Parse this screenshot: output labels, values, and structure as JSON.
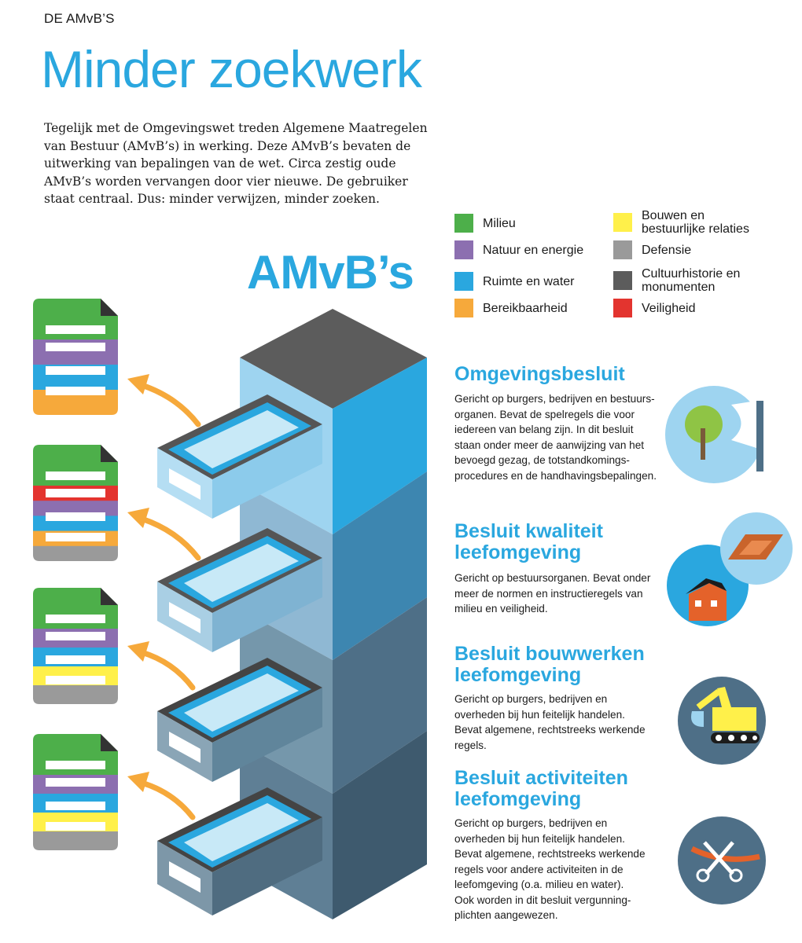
{
  "header": {
    "kicker": "DE AMvB’S",
    "title": "Minder zoekwerk"
  },
  "intro": {
    "lines": [
      "Tegelijk met de Omgevingswet treden Algemene Maatregelen",
      "van Bestuur (AMvB’s) in werking. Deze AMvB’s bevaten de",
      "uitwerking van bepalingen van de wet. Circa zestig oude",
      "AMvB’s worden vervangen door vier nieuwe. De gebruiker",
      "staat centraal. Dus: minder verwijzen, minder zoeken."
    ]
  },
  "cabinet_label": "AMvB’s",
  "legend": [
    {
      "label": "Milieu",
      "color": "#4daf4a"
    },
    {
      "label": "Natuur en energie",
      "color": "#8c6fb0"
    },
    {
      "label": "Ruimte en water",
      "color": "#2aa7df"
    },
    {
      "label": "Bereikbaarheid",
      "color": "#f6a93b"
    },
    {
      "label": "Bouwen en\nbestuurlijke relaties",
      "color": "#fff04a"
    },
    {
      "label": "Defensie",
      "color": "#9a9a9a"
    },
    {
      "label": "Cultuurhistorie en\nmonumenten",
      "color": "#5c5c5c"
    },
    {
      "label": "Veiligheid",
      "color": "#e3342f"
    }
  ],
  "sections": [
    {
      "title": "Omgevingsbesluit",
      "body": [
        "Gericht op burgers, bedrijven en bestuurs-",
        "organen. Bevat de spelregels die voor",
        "iedereen van belang zijn. In dit besluit",
        "staan onder meer de aanwijzing van het",
        "bevoegd gezag, de totstandkomings-",
        "procedures en de handhavingsbepalingen."
      ],
      "icon": "tree-wall-icon"
    },
    {
      "title": "Besluit kwaliteit\nleefomgeving",
      "body": [
        "Gericht op bestuursorganen. Bevat onder",
        "meer de normen en instructieregels van",
        "milieu en veiligheid."
      ],
      "icon": "house-building-icon"
    },
    {
      "title": "Besluit bouwwerken\nleefomgeving",
      "body": [
        "Gericht op burgers, bedrijven en",
        "overheden bij hun feitelijk handelen.",
        "Bevat algemene, rechtstreeks werkende",
        "regels."
      ],
      "icon": "excavator-icon"
    },
    {
      "title": "Besluit activiteiten\nleefomgeving",
      "body": [
        "Gericht op burgers, bedrijven en",
        "overheden bij hun feitelijk handelen.",
        "Bevat algemene, rechtstreeks werkende",
        "regels voor andere activiteiten in de",
        "leefomgeving (o.a. milieu en water).",
        "Ook worden in dit besluit vergunning-",
        "plichten aangewezen."
      ],
      "icon": "scissors-ribbon-icon"
    }
  ],
  "documents": [
    {
      "icon": "document-icon",
      "stripes": [
        "#4daf4a",
        "#8c6fb0",
        "#2aa7df",
        "#f6a93b"
      ]
    },
    {
      "icon": "document-icon",
      "stripes": [
        "#4daf4a",
        "#e3342f",
        "#8c6fb0",
        "#2aa7df",
        "#f6a93b",
        "#9a9a9a"
      ]
    },
    {
      "icon": "document-icon",
      "stripes": [
        "#4daf4a",
        "#8c6fb0",
        "#2aa7df",
        "#fff04a",
        "#9a9a9a"
      ]
    },
    {
      "icon": "document-icon",
      "stripes": [
        "#4daf4a",
        "#8c6fb0",
        "#2aa7df",
        "#fff04a",
        "#9a9a9a"
      ]
    }
  ],
  "colors": {
    "accent": "#2aa7df",
    "arrow": "#f6a93b"
  }
}
